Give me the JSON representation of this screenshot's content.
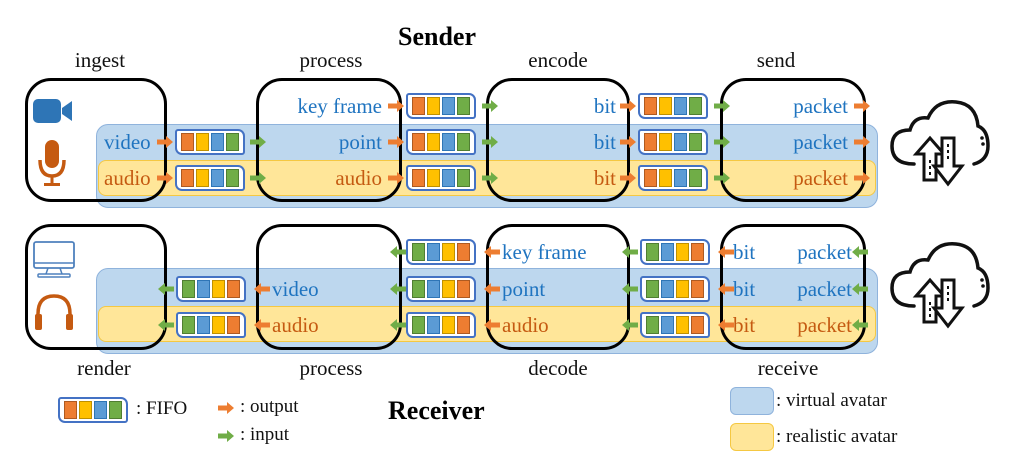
{
  "titles": {
    "sender": "Sender",
    "receiver": "Receiver"
  },
  "sender": {
    "stages": [
      "ingest",
      "process",
      "encode",
      "send"
    ],
    "ingest": {
      "inputs": [
        "video",
        "audio"
      ],
      "icons": [
        "video-camera-icon",
        "microphone-icon"
      ]
    },
    "process_outputs": [
      "key frame",
      "point",
      "audio"
    ],
    "encode_outputs": [
      "bit",
      "bit",
      "bit"
    ],
    "send_outputs": [
      "packet",
      "packet",
      "packet"
    ],
    "network_icon": "cloud-upload-download-icon"
  },
  "receiver": {
    "stages": [
      "render",
      "process",
      "decode",
      "receive"
    ],
    "render": {
      "icons": [
        "monitor-icon",
        "headphones-icon"
      ]
    },
    "receive_inputs": [
      "packet",
      "packet",
      "packet"
    ],
    "receive_outputs": [
      "bit",
      "bit",
      "bit"
    ],
    "decode_outputs": [
      "key frame",
      "point",
      "audio"
    ],
    "process_outputs": [
      "video",
      "audio"
    ],
    "network_icon": "cloud-upload-download-icon"
  },
  "fifo": {
    "sender_order": [
      "orange",
      "yellow",
      "blue",
      "green"
    ],
    "receiver_order": [
      "green",
      "blue",
      "yellow",
      "orange"
    ]
  },
  "legend": {
    "fifo": ": FIFO",
    "output": ": output",
    "input": ": input",
    "virtual": ": virtual avatar",
    "realistic": ": realistic avatar"
  },
  "colors": {
    "blue_text": "#1f74c0",
    "orange_text": "#c55a11",
    "virtual_band": "#bdd7ee",
    "realistic_band": "#ffe699",
    "output_arrow": "#ed7d31",
    "input_arrow": "#70ad47",
    "cell_orange": "#ed7d31",
    "cell_yellow": "#ffc000",
    "cell_blue": "#5b9bd5",
    "cell_green": "#70ad47"
  }
}
